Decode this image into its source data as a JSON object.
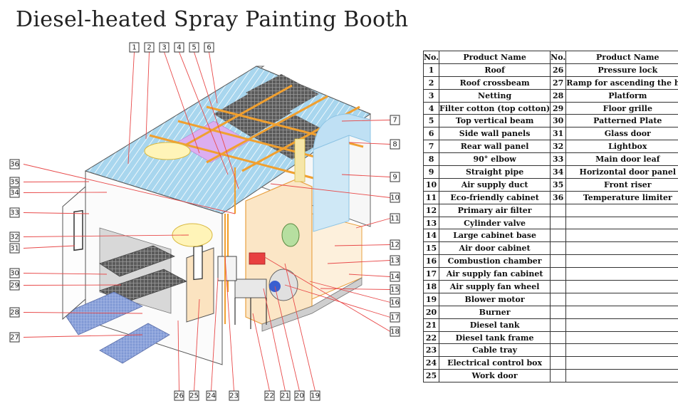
{
  "title": "Diesel-heated Spray Painting Booth",
  "table": {
    "headers": [
      "No.",
      "Product Name",
      "No.",
      "Product Name"
    ],
    "rows": [
      [
        "1",
        "Roof",
        "26",
        "Pressure lock"
      ],
      [
        "2",
        "Roof crossbeam",
        "27",
        "Ramp for ascending the hill"
      ],
      [
        "3",
        "Netting",
        "28",
        "Platform"
      ],
      [
        "4",
        "Filter cotton (top cotton)",
        "29",
        "Floor grille"
      ],
      [
        "5",
        "Top vertical beam",
        "30",
        "Patterned Plate"
      ],
      [
        "6",
        "Side wall panels",
        "31",
        "Glass door"
      ],
      [
        "7",
        "Rear wall panel",
        "32",
        "Lightbox"
      ],
      [
        "8",
        "90° elbow",
        "33",
        "Main door leaf"
      ],
      [
        "9",
        "Straight pipe",
        "34",
        "Horizontal door panel"
      ],
      [
        "10",
        "Air supply duct",
        "35",
        "Front riser"
      ],
      [
        "11",
        "Eco-friendly cabinet",
        "36",
        "Temperature limiter"
      ],
      [
        "12",
        "Primary air filter",
        "",
        ""
      ],
      [
        "13",
        "Cylinder valve",
        "",
        ""
      ],
      [
        "14",
        "Large cabinet base",
        "",
        ""
      ],
      [
        "15",
        "Air door cabinet",
        "",
        ""
      ],
      [
        "16",
        "Combustion chamber",
        "",
        ""
      ],
      [
        "17",
        "Air supply fan cabinet",
        "",
        ""
      ],
      [
        "18",
        "Air supply fan wheel",
        "",
        ""
      ],
      [
        "19",
        "Blower motor",
        "",
        ""
      ],
      [
        "20",
        "Burner",
        "",
        ""
      ],
      [
        "21",
        "Diesel tank",
        "",
        ""
      ],
      [
        "22",
        "Diesel tank frame",
        "",
        ""
      ],
      [
        "23",
        "Cable tray",
        "",
        ""
      ],
      [
        "24",
        "Electrical control box",
        "",
        ""
      ],
      [
        "25",
        "Work door",
        "",
        ""
      ]
    ]
  },
  "callouts": {
    "top": [
      "1",
      "2",
      "3",
      "4",
      "5",
      "6"
    ],
    "right": [
      "7",
      "8",
      "9",
      "10",
      "11",
      "12",
      "13",
      "14",
      "15",
      "16",
      "17",
      "18"
    ],
    "bottom": [
      "26",
      "25",
      "24",
      "23",
      "22",
      "21",
      "20",
      "19"
    ],
    "left": [
      "36",
      "35",
      "34",
      "33",
      "32",
      "31",
      "30",
      "29",
      "28",
      "27"
    ]
  },
  "colors": {
    "leader": "#e84a4a",
    "frame": "#f0a030",
    "roof": "#9fd2ec",
    "duct": "#cfe8f6",
    "cabinet": "#fbe6c6",
    "filter": "#d9a6ea"
  }
}
